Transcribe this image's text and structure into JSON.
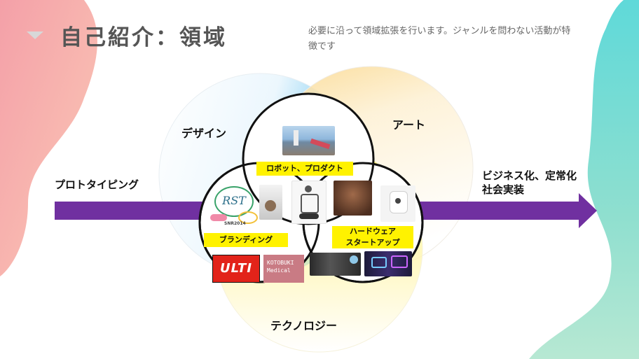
{
  "header": {
    "title": "自己紹介：領域",
    "subtitle": "必要に沿って領域拡張を行います。ジャンルを問わない活動が特徴です"
  },
  "flow": {
    "start_label": "プロトタイピング",
    "end_label_line1": "ビジネス化、定常化",
    "end_label_line2": "社会実装"
  },
  "circles": {
    "design": "デザイン",
    "art": "アート",
    "technology": "テクノロジー"
  },
  "tags": {
    "robot_product": "ロボット、プロダクト",
    "branding": "ブランディング",
    "hardware_line1": "ハードウェア",
    "hardware_line2": "スタートアップ"
  },
  "logos": {
    "ulti": "ULTI",
    "kotobuki_line1": "KOTOBUKI",
    "kotobuki_line2": "Medical",
    "snr": "SNR2014",
    "rst": "RST"
  },
  "colors": {
    "arrow": "#7030a0",
    "tag": "#fff200",
    "design_accent": "#00a0e9",
    "art_accent": "#f5c060",
    "tech_accent": "#fff59a",
    "left_blob": "#f5a5a5",
    "right_blob": "#6ed8d8"
  }
}
